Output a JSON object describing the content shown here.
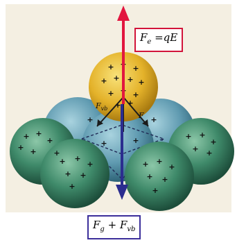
{
  "labels": {
    "electric_force": {
      "symbol": "F",
      "sub": "e",
      "rhs": " =qE"
    },
    "down_force": {
      "symbol1": "F",
      "sub1": "g",
      "plus": " + ",
      "symbol2": "F",
      "sub2": "vb"
    },
    "left_component": {
      "symbol": "F",
      "sub": "vb"
    },
    "right_component": {
      "symbol": "F",
      "sub": ""
    }
  },
  "colors": {
    "background": "#f4efe2",
    "top_sphere": "#e4b22a",
    "middle_spheres": "#5f9ab0",
    "front_spheres": "#3f8a6a",
    "up_arrow": "#e2163f",
    "down_arrow": "#2b2d8f",
    "fe_box_border": "#d2143a",
    "fg_box_border": "#3c2f9a"
  },
  "icons": {
    "charge_marker": "plus-sign",
    "up_arrow": "arrow-up-icon",
    "down_arrow": "arrow-down-icon"
  }
}
